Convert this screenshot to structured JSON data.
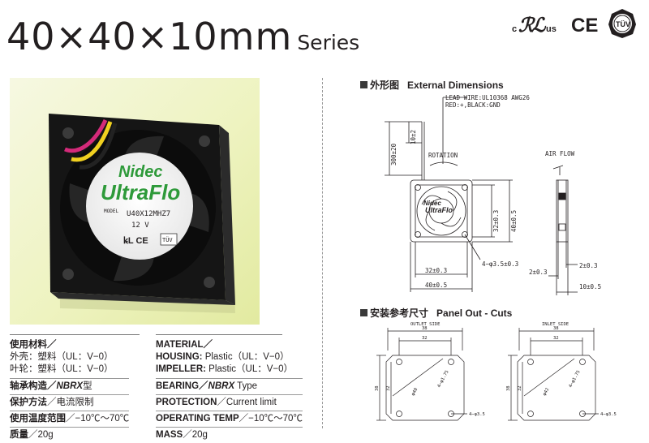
{
  "header": {
    "title_main": "40×40×10mm",
    "title_sub": "Series",
    "cert_cul_c": "c",
    "cert_cul_us": "us",
    "cert_ce": "CE",
    "cert_tuv": "TÜV"
  },
  "photo": {
    "brand": "Nidec",
    "product": "UltraFlo",
    "model_label": "MODEL",
    "model_value": "U40X12MHZ7",
    "voltage": "12 V"
  },
  "specs": {
    "cn": {
      "material_title": "使用材料／",
      "housing": "外壳：塑料（UL：V−0）",
      "impeller": "叶轮：塑料（UL：V−0）",
      "bearing_pre": "轴承构造／",
      "bearing_type": "NBRX",
      "bearing_post": "型",
      "protection_pre": "保护方法",
      "protection_post": "／电流限制",
      "temp_pre": "使用温度范围",
      "temp_post": "／−10℃〜70℃",
      "mass_pre": "质量",
      "mass_post": "／20g"
    },
    "en": {
      "material_title": "MATERIAL／",
      "housing_pre": "HOUSING:",
      "housing_post": " Plastic（UL：V−0）",
      "impeller_pre": "IMPELLER:",
      "impeller_post": " Plastic（UL：V−0）",
      "bearing_pre": "BEARING／",
      "bearing_type": "NBRX",
      "bearing_post": " Type",
      "protection_pre": "PROTECTION",
      "protection_post": "／Current limit",
      "temp_pre": "OPERATING TEMP",
      "temp_post": "／−10℃〜70℃",
      "mass_pre": "MASS",
      "mass_post": "／20g"
    }
  },
  "dimensions": {
    "section_cn": "外形图",
    "section_en": "External Dimensions",
    "lead_wire": "LEAD WIRE:UL10368 AWG26",
    "lead_colors": "RED:+,BLACK:GND",
    "rotation": "ROTATION",
    "air_flow": "AIR FLOW",
    "lead_len": "300±20",
    "strip_len": "10±2",
    "inner_h": "32±0.3",
    "outer_h": "40±0.5",
    "inner_w": "32±0.3",
    "outer_w": "40±0.5",
    "holes": "4−φ3.5±0.3",
    "side_a": "2±0.3",
    "side_b": "2±0.3",
    "thickness": "10±0.5",
    "label_brand": "Nidec",
    "label_product": "UltraFlo"
  },
  "panel": {
    "section_cn": "安装参考尺寸",
    "section_en": "Panel Out - Cuts",
    "outlet": "OUTLET SIDE",
    "inlet": "INLET SIDE",
    "w38": "38",
    "w32": "32",
    "h38": "38",
    "h32": "32",
    "dia_outlet": "φ40",
    "dia_outlet_r": "4−φ1.75",
    "dia_inlet": "φ42",
    "dia_inlet_r": "4−φ1.75",
    "holes": "4−φ3.5"
  }
}
